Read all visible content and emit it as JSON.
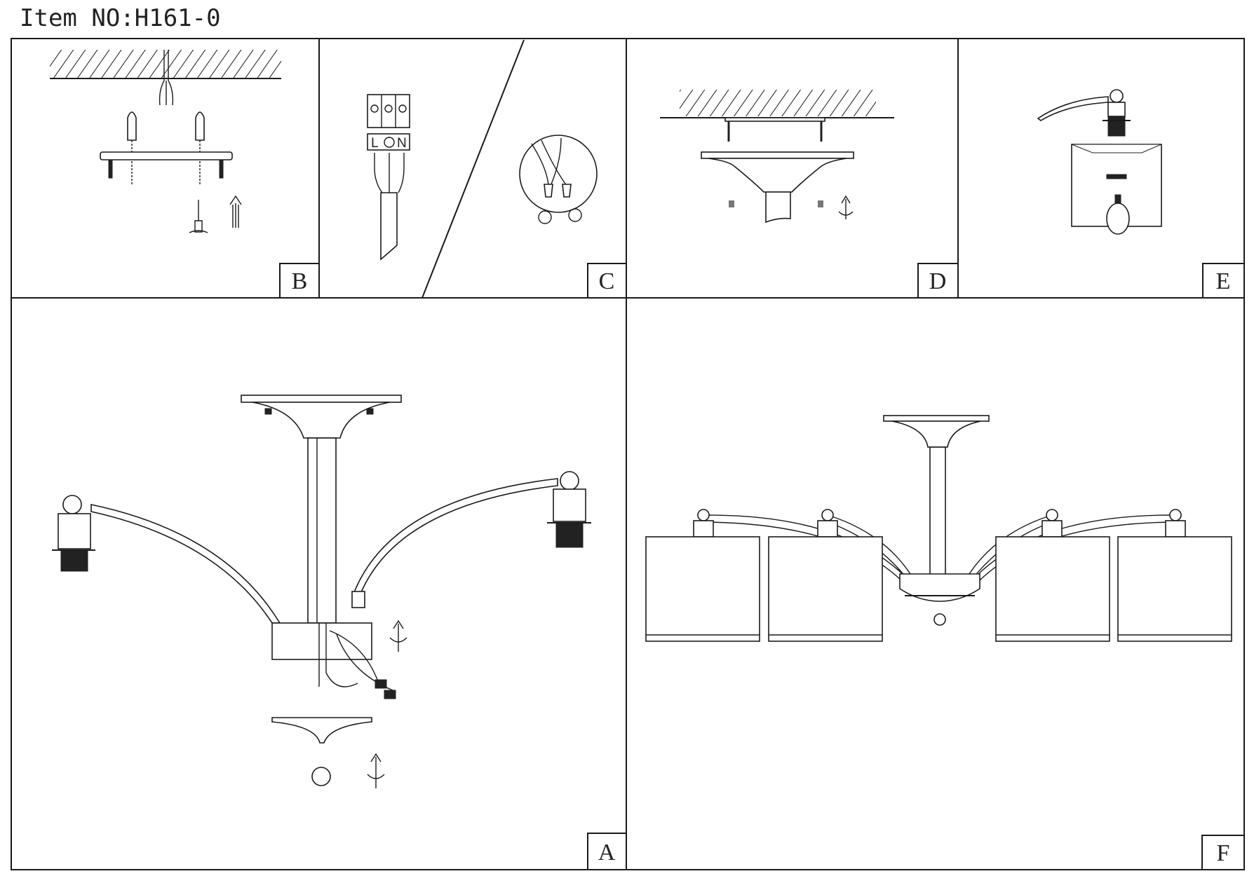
{
  "header": {
    "item_number": "Item NO:H161-0"
  },
  "panels": {
    "a": {
      "label": "A"
    },
    "b": {
      "label": "B"
    },
    "c": {
      "label": "C",
      "terminal_left": "L",
      "terminal_right": "N"
    },
    "d": {
      "label": "D"
    },
    "e": {
      "label": "E"
    },
    "f": {
      "label": "F"
    }
  },
  "colors": {
    "line": "#1a1a1a",
    "background": "#ffffff"
  }
}
